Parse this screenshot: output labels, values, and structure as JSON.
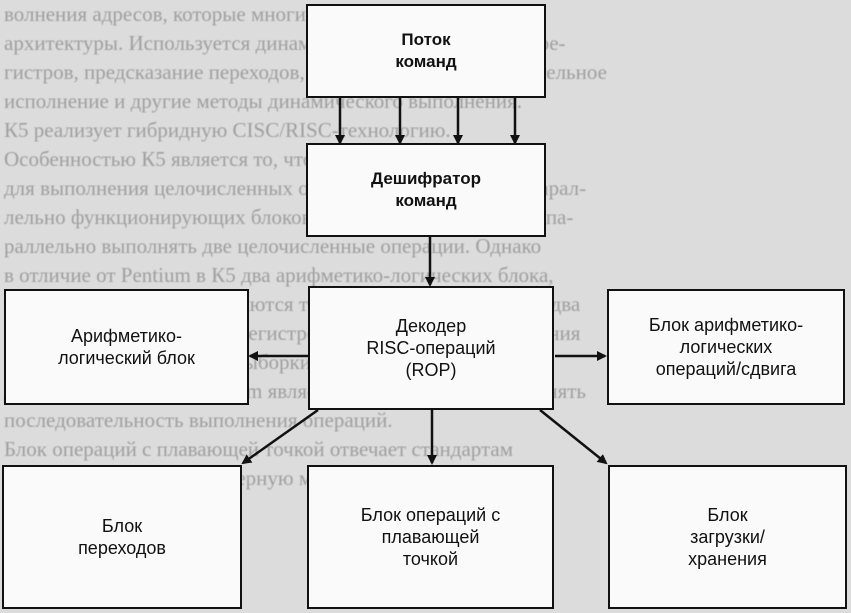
{
  "background_lines": [
    "волнения адресов, которые многие заимствовано от RISC",
    "архитектуры. Используется динамическое переименование ре-",
    "гистров, предсказание переходов, спекулятивное последовательное",
    "исполнение и другие методы динамического выполнения.",
    "К5 реализует гибридную CISC/RISC-технологию.",
    "    Особенностью К5 является то, что вместо двух конвейеров",
    "для выполнения целочисленных операций оно имеет пять парал-",
    "лельно функционирующих блоков. Как и Pentium, он может па-",
    "раллельно выполнять две целочисленные операции. Однако",
    "в отличие от Pentium в К5 два арифметико-логических блока,",
    "также инструкции выполняются точно, загрузки/сохранения два",
    "перехода. Больший набор регистров и блок загрузки/сохранения",
    "позволяет выполнять две выборки из памяти две операции.",
    "Другим отличием от Pentium является то, что К5 может заменять",
    "последовательность выполнения операций.",
    "    Блок операций с плавающей точкой отвечает стандартам",
    "IEEE и использует конвейерную модель операций."
  ],
  "nodes": {
    "stream": "Поток\nкоманд",
    "decoder": "Дешифратор\nкоманд",
    "rop": "Декодер\nRISC-операций\n(ROP)",
    "alu_left": "Арифметико-\nлогический блок",
    "alu_right": "Блок арифметико-\nлогических\nопераций/сдвига",
    "branch": "Блок\nпереходов",
    "fpu": "Блок операций с\nплавающей\nточкой",
    "loadstore": "Блок\nзагрузки/\nхранения"
  },
  "colors": {
    "line": "#111111",
    "box_fill": "#fafafa",
    "page": "#dcdcdc"
  }
}
